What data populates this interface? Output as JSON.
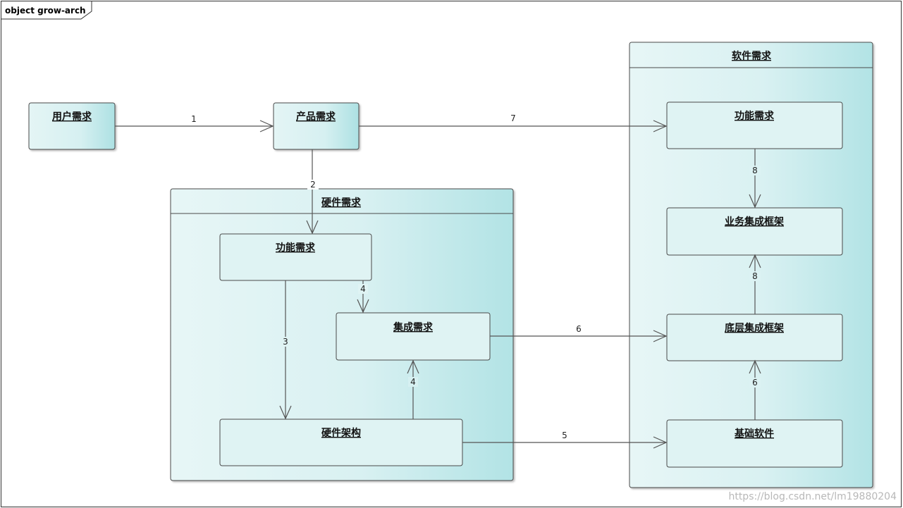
{
  "frame": {
    "title": "object grow-arch"
  },
  "nodes": {
    "user_req": "用户需求",
    "product_req": "产品需求",
    "hardware_req": "硬件需求",
    "hw_function_req": "功能需求",
    "hw_integration_req": "集成需求",
    "hw_architecture": "硬件架构",
    "software_req": "软件需求",
    "sw_function_req": "功能需求",
    "sw_business_framework": "业务集成框架",
    "sw_base_framework": "底层集成框架",
    "sw_base_software": "基础软件"
  },
  "edges": [
    {
      "label": "1"
    },
    {
      "label": "7"
    },
    {
      "label": "2"
    },
    {
      "label": "4"
    },
    {
      "label": "3"
    },
    {
      "label": "4"
    },
    {
      "label": "6"
    },
    {
      "label": "5"
    },
    {
      "label": "8"
    },
    {
      "label": "8"
    },
    {
      "label": "6"
    }
  ],
  "watermark": "https://blog.csdn.net/lm19880204",
  "colors": {
    "fill_light": "#e6f6f6",
    "fill_dark": "#b3e4e6",
    "line": "#555555"
  }
}
